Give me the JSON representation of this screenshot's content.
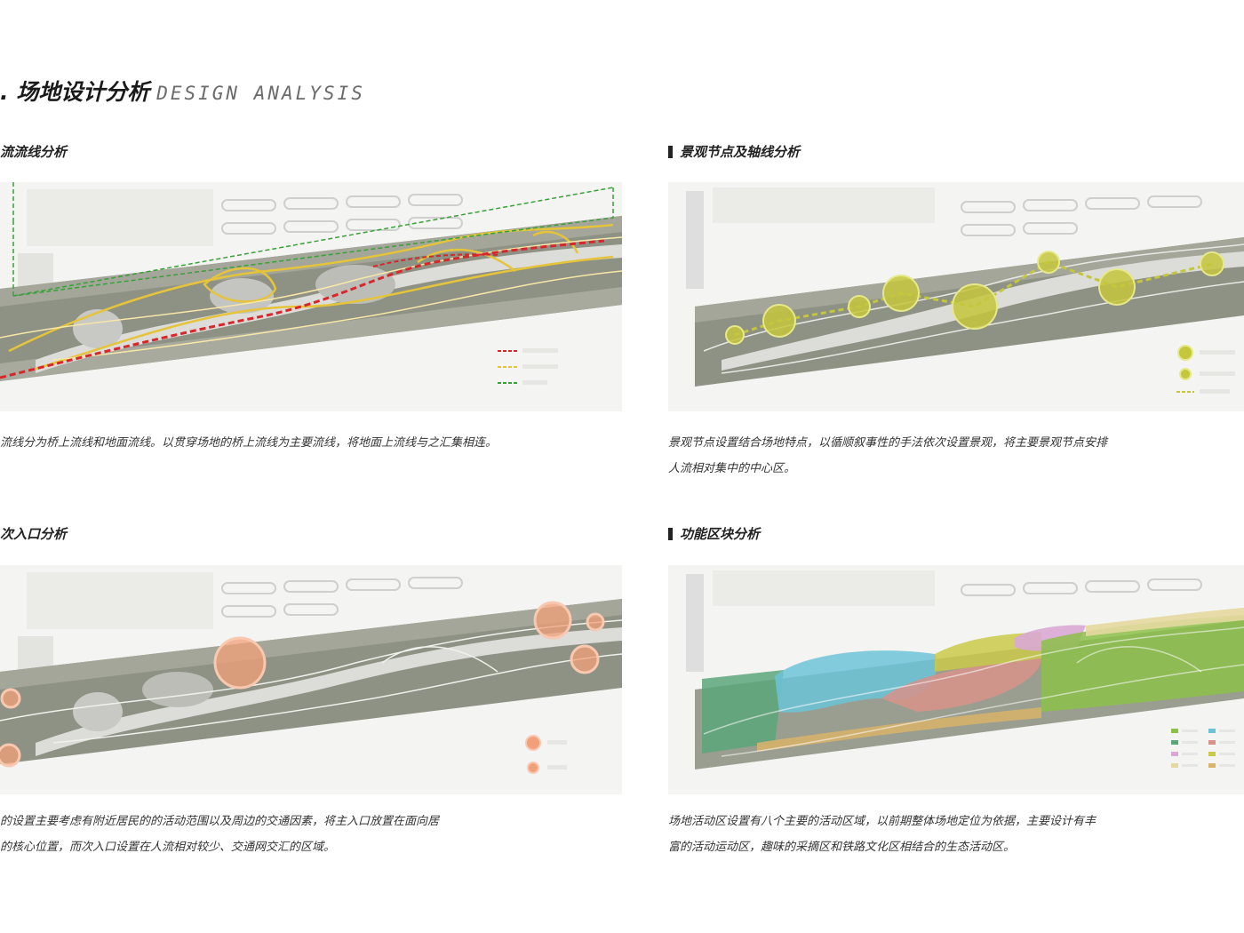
{
  "page": {
    "title_cn": ". 场地设计分析",
    "title_en": "DESIGN ANALYSIS"
  },
  "sections": {
    "circulation": {
      "heading": "流流线分析",
      "description": "流线分为桥上流线和地面流线。以贯穿场地的桥上流线为主要流线，将地面上流线与之汇集相连。",
      "legend_colors": [
        "#d9262b",
        "#e6c43a",
        "#3aa03a"
      ]
    },
    "nodes": {
      "heading": "景观节点及轴线分析",
      "description_lines": [
        "景观节点设置结合场地特点，以循顺叙事性的手法依次设置景观，将主要景观节点安排",
        "人流相对集中的中心区。"
      ],
      "node_color": "#c4c63c"
    },
    "entrances": {
      "heading": "次入口分析",
      "description_lines": [
        "的设置主要考虑有附近居民的的活动范围以及周边的交通因素，将主入口放置在面向居",
        "的核心位置，而次入口设置在人流相对较少、交通网交汇的区域。"
      ],
      "entrance_color": "#f2a07a"
    },
    "zones": {
      "heading": "功能区块分析",
      "description_lines": [
        "场地活动区设置有八个主要的活动区域，以前期整体场地定位为依据，主要设计有丰",
        "富的活动运动区，趣味的采摘区和铁路文化区相结合的生态活动区。"
      ],
      "zone_colors": [
        "#5aa67a",
        "#6cc3d8",
        "#d8928a",
        "#c9c94a",
        "#d9a8d4",
        "#8cc04a",
        "#d9b36a",
        "#e6d8a0"
      ]
    }
  }
}
